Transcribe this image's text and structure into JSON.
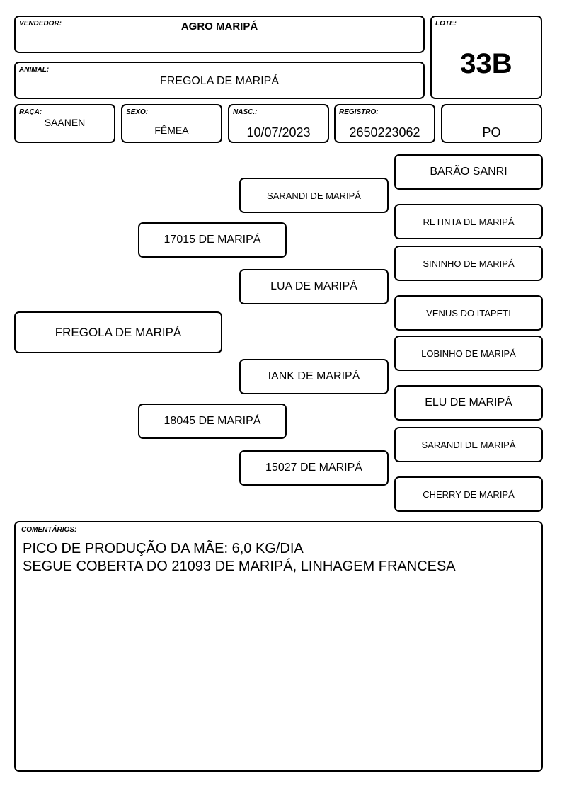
{
  "header": {
    "vendedor": {
      "label": "VENDEDOR:",
      "value": "AGRO MARIPÁ"
    },
    "lote": {
      "label": "LOTE:",
      "value": "33B"
    },
    "animal": {
      "label": "ANIMAL:",
      "value": "FREGOLA DE MARIPÁ"
    },
    "raca": {
      "label": "RAÇA:",
      "value": "SAANEN"
    },
    "sexo": {
      "label": "SEXO:",
      "value": "FÊMEA"
    },
    "nasc": {
      "label": "NASC.:",
      "value": "10/07/2023"
    },
    "registro": {
      "label": "REGISTRO:",
      "value": "2650223062"
    },
    "categoria": {
      "value": "PO"
    }
  },
  "pedigree": {
    "animal": "FREGOLA DE MARIPÁ",
    "sire": "17015 DE MARIPÁ",
    "dam": "18045 DE MARIPÁ",
    "sire_sire": "SARANDI DE MARIPÁ",
    "sire_dam": "LUA DE MARIPÁ",
    "dam_sire": "IANK DE MARIPÁ",
    "dam_dam": "15027 DE MARIPÁ",
    "ggp": [
      "BARÃO SANRI",
      "RETINTA DE MARIPÁ",
      "SININHO DE MARIPÁ",
      "VENUS DO ITAPETI",
      "LOBINHO DE MARIPÁ",
      "ELU DE MARIPÁ",
      "SARANDI DE MARIPÁ",
      "CHERRY DE MARIPÁ"
    ]
  },
  "comments": {
    "label": "COMENTÁRIOS:",
    "lines": [
      "PICO DE PRODUÇÃO DA MÃE: 6,0 KG/DIA",
      "SEGUE COBERTA DO 21093 DE MARIPÁ, LINHAGEM FRANCESA"
    ]
  }
}
